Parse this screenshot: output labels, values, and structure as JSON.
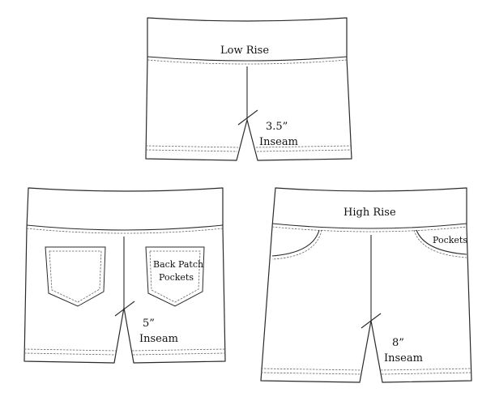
{
  "low_rise": {
    "title": "Low Rise",
    "inseam_value": "3.5”",
    "inseam_label": "Inseam"
  },
  "back_view": {
    "pockets_line1": "Back Patch",
    "pockets_line2": "Pockets",
    "inseam_value": "5”",
    "inseam_label": "Inseam"
  },
  "high_rise": {
    "title": "High Rise",
    "pockets_label": "Pockets",
    "inseam_value": "8”",
    "inseam_label": "Inseam"
  }
}
